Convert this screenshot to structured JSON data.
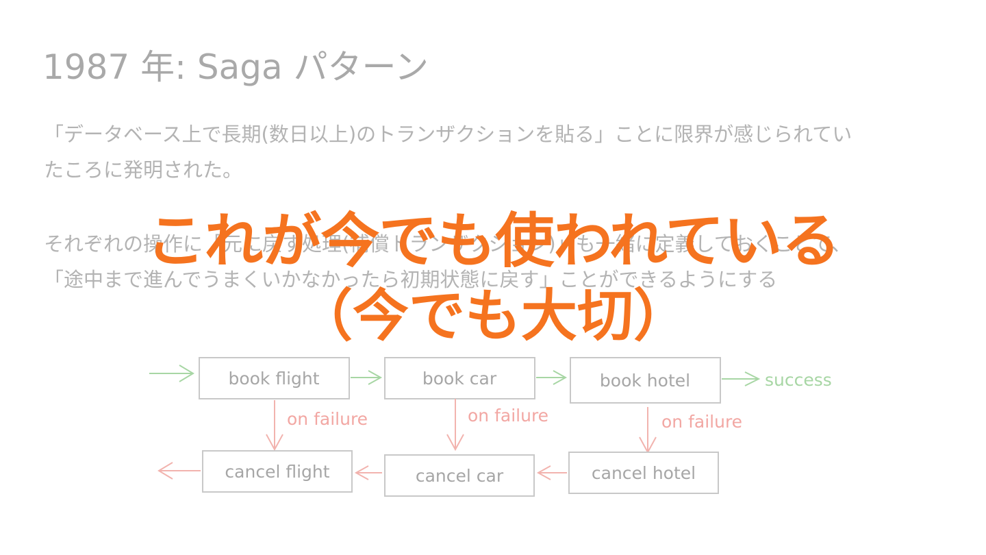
{
  "slide": {
    "title": "1987 年: Saga パターン",
    "paragraph1_line1": "「データベース上で長期(数日以上)のトランザクションを貼る」ことに限界が感じられてい",
    "paragraph1_line2": "たころに発明された。",
    "paragraph2_line1": "それぞれの操作に「元に戻す処理(補償トランザクション)」も一緒に定義しておくことで、",
    "paragraph2_line2": "「途中まで進んでうまくいかなかったら初期状態に戻す」ことができるようにする",
    "overlay_line1": "これが今でも使われている",
    "overlay_line2": "（今でも大切）"
  },
  "diagram": {
    "steps": [
      "book flight",
      "book car",
      "book hotel"
    ],
    "success_label": "success",
    "failure_label": "on failure",
    "compensations": [
      "cancel flight",
      "cancel car",
      "cancel hotel"
    ]
  },
  "colors": {
    "overlay": "#f5731f",
    "success": "#a7d6a4",
    "failure": "#f2a7a3",
    "muted_text": "#b3b3b3"
  }
}
